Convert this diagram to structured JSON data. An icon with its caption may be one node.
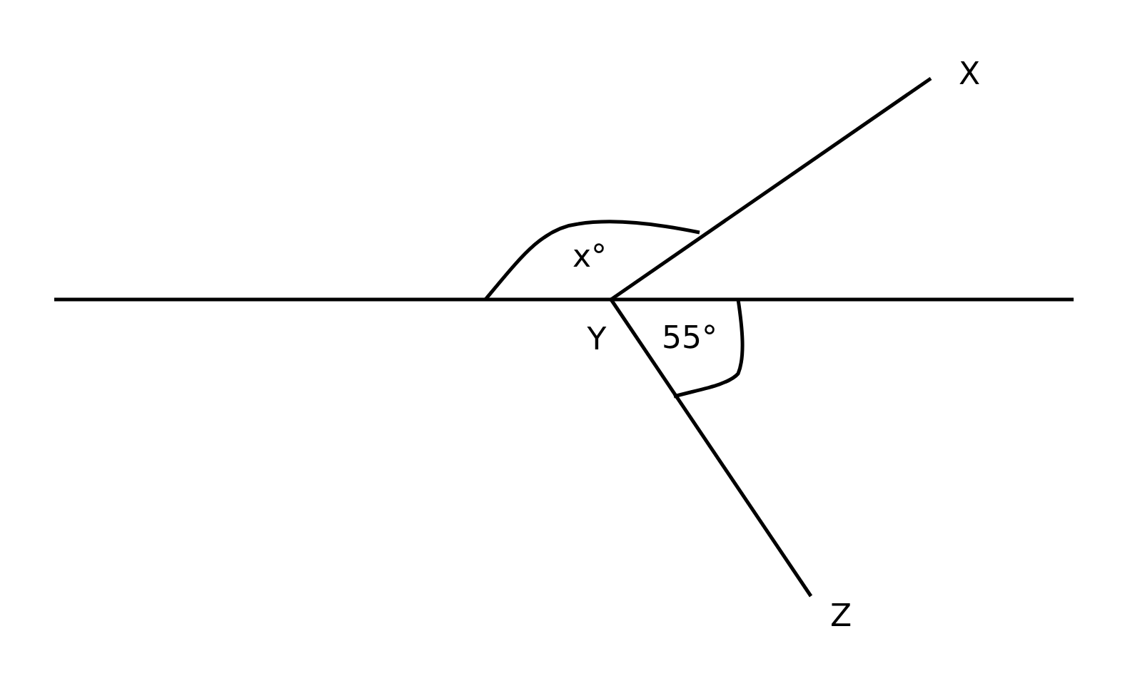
{
  "diagram": {
    "nodes": [
      {
        "text": [
          "X"
        ]
      },
      {
        "text": [
          "Y"
        ]
      },
      {
        "text": [
          "Z"
        ]
      }
    ],
    "edges": [
      {
        "from": 1,
        "to": 0,
        "arrow": "none"
      },
      {
        "from": 1,
        "to": 2,
        "arrow": "none"
      }
    ],
    "labels": [
      "x°",
      "55°"
    ]
  }
}
